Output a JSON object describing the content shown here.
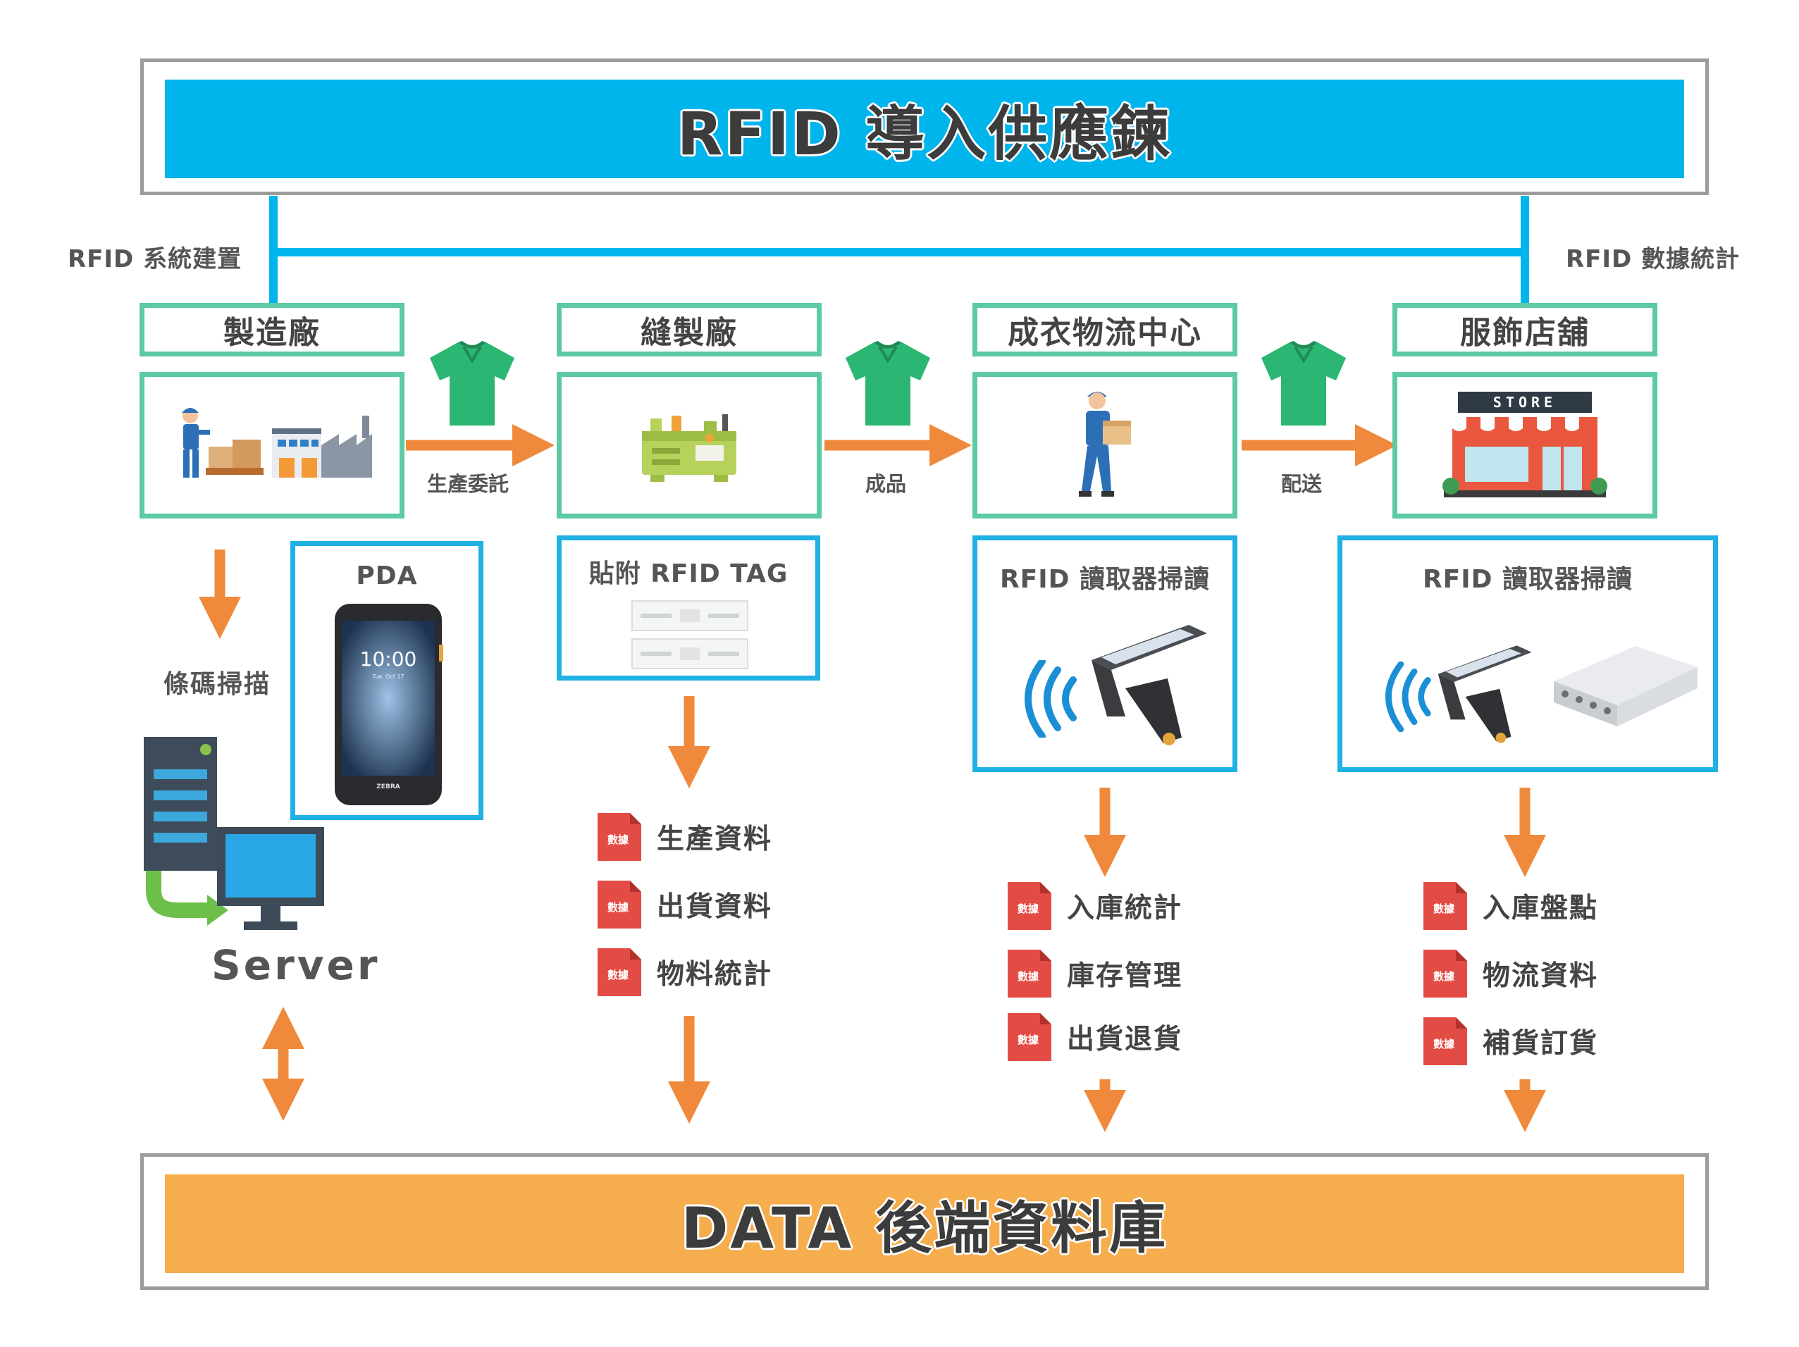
{
  "title": "RFID 導入供應鍊",
  "footer": "DATA 後端資料庫",
  "side_labels": {
    "left": "RFID 系統建置",
    "right": "RFID 數據統計"
  },
  "stages": [
    {
      "title": "製造廠",
      "icon": "factory-icon"
    },
    {
      "title": "縫製廠",
      "icon": "sewing-machine-icon"
    },
    {
      "title": "成衣物流中心",
      "icon": "delivery-worker-icon"
    },
    {
      "title": "服飾店舖",
      "icon": "store-icon",
      "sign": "STORE"
    }
  ],
  "transitions": [
    "生產委託",
    "成品",
    "配送"
  ],
  "pda": {
    "title": "PDA",
    "time": "10:00",
    "date": "Tue, Oct 17",
    "brand": "ZEBRA"
  },
  "barcode_label": "條碼掃描",
  "server_label": "Server",
  "tag_box": {
    "title": "貼附 RFID TAG"
  },
  "reader_boxes": [
    {
      "title": "RFID 讀取器掃讀"
    },
    {
      "title": "RFID 讀取器掃讀"
    }
  ],
  "doc_badge": "數據",
  "data_lists": [
    {
      "items": [
        "生產資料",
        "出貨資料",
        "物料統計"
      ]
    },
    {
      "items": [
        "入庫統計",
        "庫存管理",
        "出貨退貨"
      ]
    },
    {
      "items": [
        "入庫盤點",
        "物流資料",
        "補貨訂貨"
      ]
    }
  ],
  "colors": {
    "banner_blue": "#00b4ec",
    "footer_orange": "#f5ad4e",
    "stage_green": "#5ccba4",
    "tool_blue": "#1fb0e4",
    "arrow_orange": "#ef8a3c",
    "doc_red": "#e24c45"
  }
}
